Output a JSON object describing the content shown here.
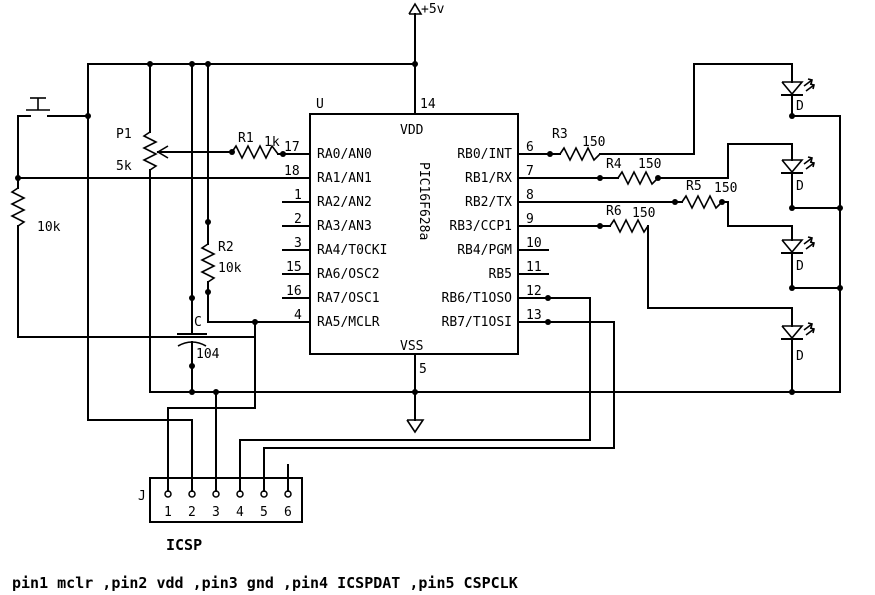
{
  "power": {
    "vcc_label": "+5v"
  },
  "chip": {
    "ref": "U",
    "name": "PIC16F628a",
    "vdd_label": "VDD",
    "vss_label": "VSS",
    "vdd_pin": "14",
    "vss_pin": "5",
    "left_pins": [
      {
        "num": "17",
        "label": "RA0/AN0"
      },
      {
        "num": "18",
        "label": "RA1/AN1"
      },
      {
        "num": "1",
        "label": "RA2/AN2"
      },
      {
        "num": "2",
        "label": "RA3/AN3"
      },
      {
        "num": "3",
        "label": "RA4/T0CKI"
      },
      {
        "num": "15",
        "label": "RA6/OSC2"
      },
      {
        "num": "16",
        "label": "RA7/OSC1"
      },
      {
        "num": "4",
        "label": "RA5/MCLR"
      }
    ],
    "right_pins": [
      {
        "num": "6",
        "label": "RB0/INT"
      },
      {
        "num": "7",
        "label": "RB1/RX"
      },
      {
        "num": "8",
        "label": "RB2/TX"
      },
      {
        "num": "9",
        "label": "RB3/CCP1"
      },
      {
        "num": "10",
        "label": "RB4/PGM"
      },
      {
        "num": "11",
        "label": "RB5"
      },
      {
        "num": "12",
        "label": "RB6/T1OSO"
      },
      {
        "num": "13",
        "label": "RB7/T1OSI"
      }
    ]
  },
  "components": {
    "p1_ref": "P1",
    "p1_value": "5k",
    "r1_ref": "R1",
    "r1_value": "1k",
    "r2_ref": "R2",
    "r2_value": "10k",
    "r3_ref": "R3",
    "r3_value": "150",
    "r4_ref": "R4",
    "r4_value": "150",
    "r5_ref": "R5",
    "r5_value": "150",
    "r6_ref": "R6",
    "r6_value": "150",
    "r10k_value": "10k",
    "c_ref": "C",
    "c_value": "104",
    "led_ref": "D"
  },
  "connector": {
    "ref": "J",
    "pins": [
      "1",
      "2",
      "3",
      "4",
      "5",
      "6"
    ],
    "label": "ICSP"
  },
  "caption": "pin1 mclr ,pin2 vdd ,pin3 gnd ,pin4 ICSPDAT ,pin5 CSPCLK"
}
